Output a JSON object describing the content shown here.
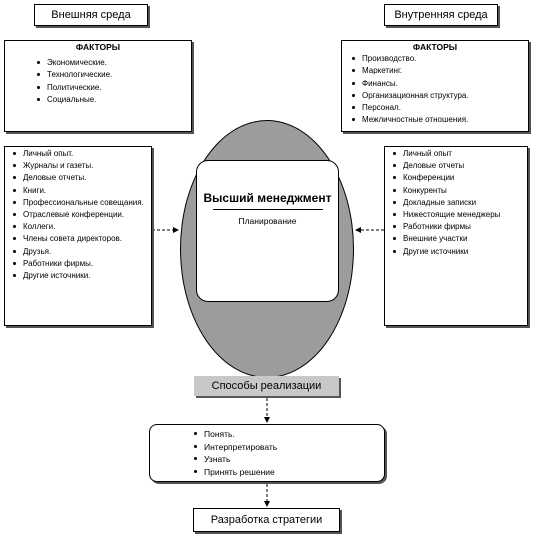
{
  "external": {
    "title": "Внешняя среда",
    "factors_title": "ФАКТОРЫ",
    "factors": [
      "Экономические.",
      "Технологические.",
      "Политические.",
      "Социальные."
    ],
    "sources": [
      "Личный опыт.",
      "Журналы и газеты.",
      "Деловые отчеты.",
      "Книги.",
      "Профессиональные совещания.",
      "Отраслевые конференции.",
      "Коллеги.",
      "Члены совета директоров.",
      "Друзья.",
      "Работники фирмы.",
      "Другие источники."
    ]
  },
  "internal": {
    "title": "Внутренняя среда",
    "factors_title": "ФАКТОРЫ",
    "factors": [
      "Производство.",
      "Маркетинг.",
      "Финансы.",
      "Организационная структура.",
      "Персонал.",
      "Межличностные отношения."
    ],
    "sources": [
      "Личный опыт",
      "Деловые отчеты",
      "Конференции",
      "Конкуренты",
      "Докладные записки",
      "Нижестоящие менеджеры",
      "Работники фирмы",
      "Внешние участки",
      "Другие источники"
    ]
  },
  "center": {
    "title": "Высший менеджмент",
    "subtitle": "Планирование"
  },
  "methods": {
    "title": "Способы реализации"
  },
  "steps": [
    "Понять.",
    "Интерпретировать",
    "Узнать",
    "Принять решение"
  ],
  "final": {
    "title": "Разработка стратегии"
  }
}
